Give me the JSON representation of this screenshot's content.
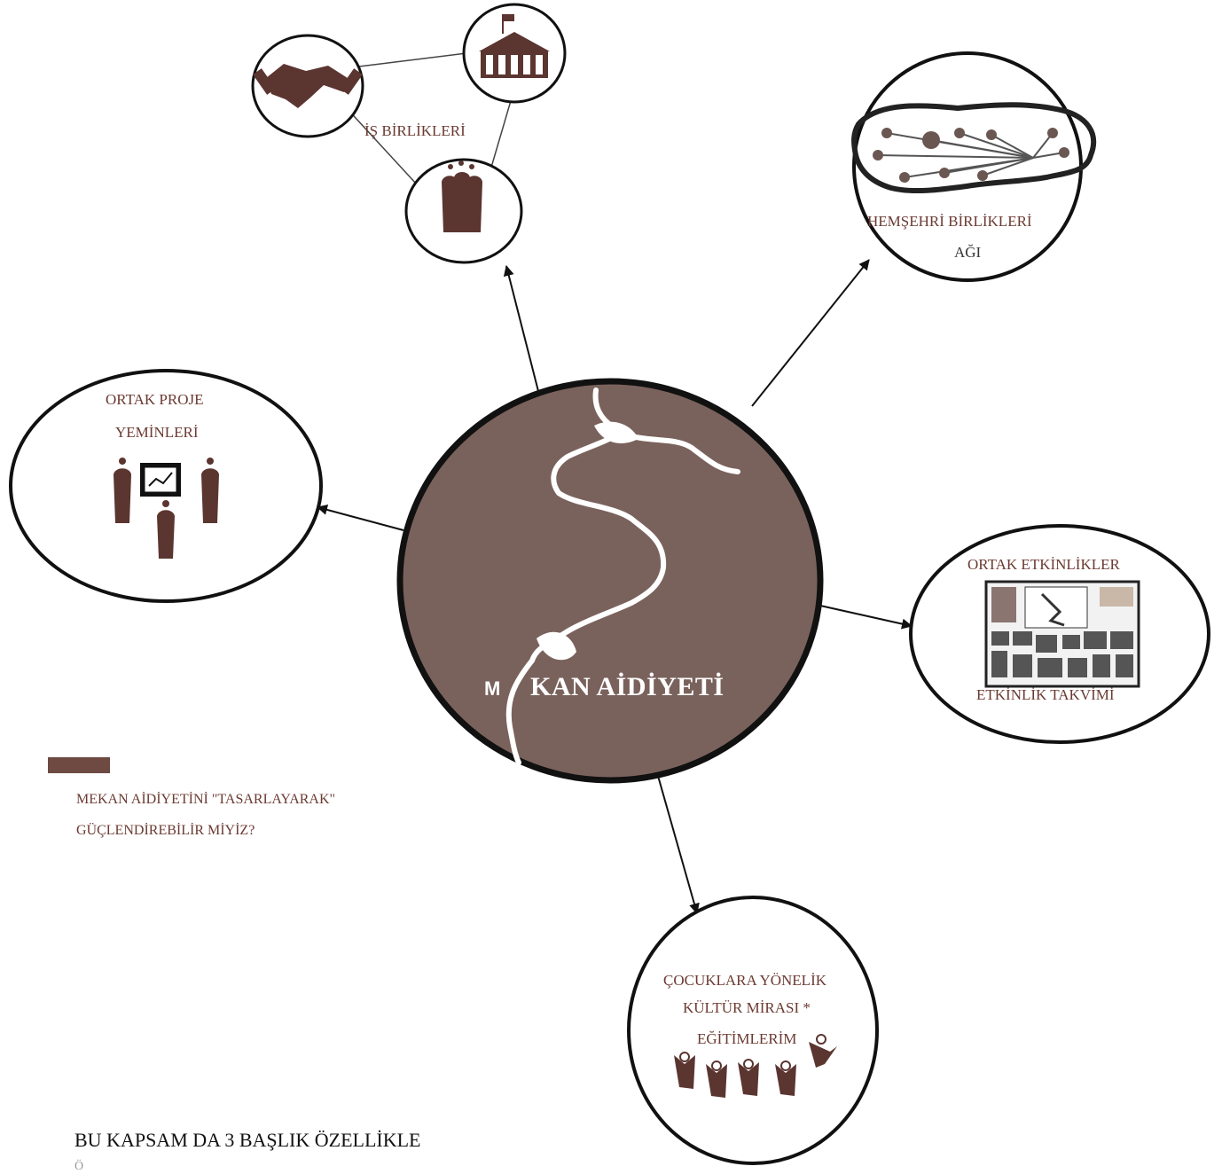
{
  "colors": {
    "brown": "#7a625c",
    "label": "#6b3a32",
    "ink": "#111111",
    "icon": "#5b3530"
  },
  "hub": {
    "badge": "M",
    "title": "KAN AİDİYETİ"
  },
  "nodes": {
    "partnerships": {
      "label": "İŞ BİRLİKLERİ"
    },
    "townsmen": {
      "line1": "HEMŞEHRİ BİRLİKLERİ",
      "line2": "AĞI"
    },
    "oaths": {
      "line1": "ORTAK PROJE",
      "line2": "YEMİNLERİ"
    },
    "events": {
      "line1": "ORTAK ETKİNLİKLER",
      "line2": "ETKİNLİK TAKVİMİ"
    },
    "children": {
      "line1": "ÇOCUKLARA YÖNELİK",
      "line2": "KÜLTÜR MİRASI *",
      "line3": "EĞİTİMLERİM"
    }
  },
  "legend": {
    "line1": "MEKAN AİDİYETİNİ \"TASARLAYARAK\"",
    "line2": "GÜÇLENDİREBİLİR MİYİZ?"
  },
  "footer": {
    "text": "BU KAPSAM DA 3 BAŞLIK ÖZELLİKLE",
    "cut": "Ö"
  },
  "icons": [
    "handshake-icon",
    "courthouse-icon",
    "group-people-icon",
    "turkey-map-network-icon",
    "presentation-icon",
    "event-calendar-icon",
    "children-icon"
  ]
}
